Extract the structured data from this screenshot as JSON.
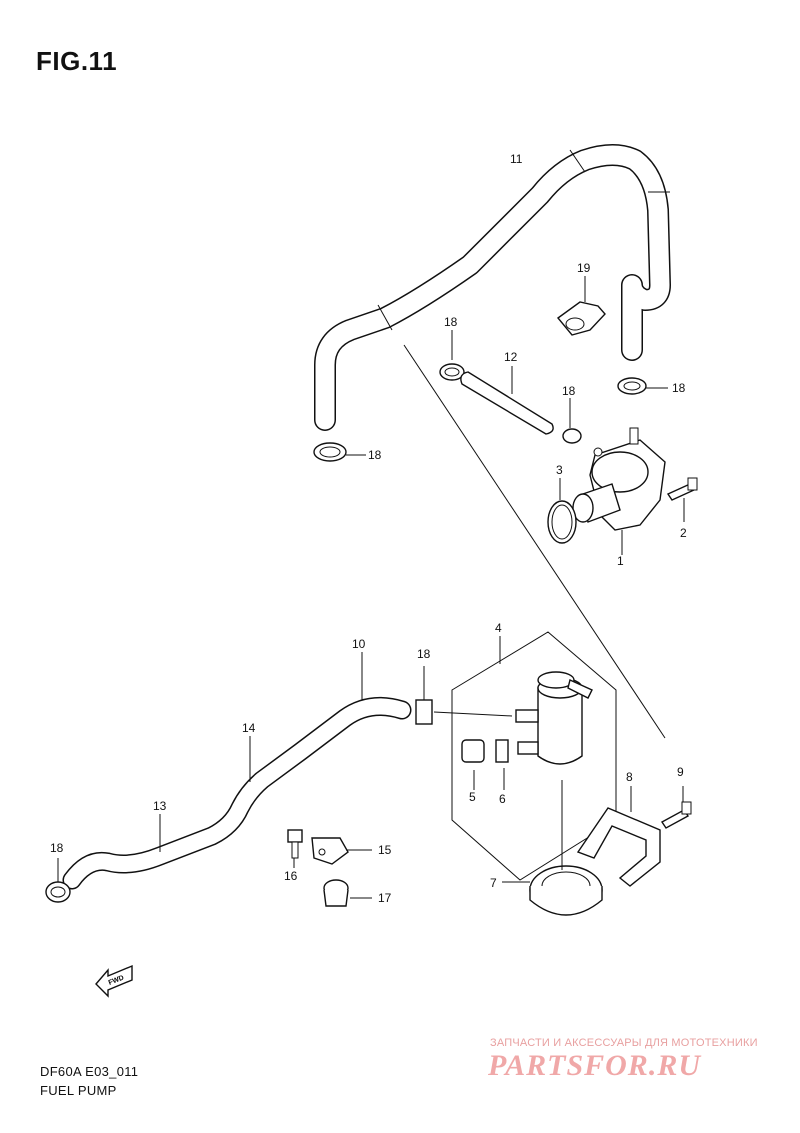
{
  "figure": {
    "title": "FIG.11",
    "code": "DF60A E03_011",
    "name": "FUEL PUMP"
  },
  "part_labels": [
    {
      "id": "p1",
      "text": "1"
    },
    {
      "id": "p2",
      "text": "2"
    },
    {
      "id": "p3",
      "text": "3"
    },
    {
      "id": "p4",
      "text": "4"
    },
    {
      "id": "p5",
      "text": "5"
    },
    {
      "id": "p6",
      "text": "6"
    },
    {
      "id": "p7",
      "text": "7"
    },
    {
      "id": "p8",
      "text": "8"
    },
    {
      "id": "p9",
      "text": "9"
    },
    {
      "id": "p10",
      "text": "10"
    },
    {
      "id": "p11",
      "text": "11"
    },
    {
      "id": "p12",
      "text": "12"
    },
    {
      "id": "p13",
      "text": "13"
    },
    {
      "id": "p14",
      "text": "14"
    },
    {
      "id": "p15",
      "text": "15"
    },
    {
      "id": "p16",
      "text": "16"
    },
    {
      "id": "p17",
      "text": "17"
    },
    {
      "id": "p18a",
      "text": "18"
    },
    {
      "id": "p18b",
      "text": "18"
    },
    {
      "id": "p18c",
      "text": "18"
    },
    {
      "id": "p18d",
      "text": "18"
    },
    {
      "id": "p18e",
      "text": "18"
    },
    {
      "id": "p18f",
      "text": "18"
    },
    {
      "id": "p19",
      "text": "19"
    }
  ],
  "fwd_marker": "FWD",
  "watermark": {
    "caption": "ЗАПЧАСТИ И АКСЕССУАРЫ ДЛЯ МОТОТЕХНИКИ",
    "logo": "PARTSFOR.RU",
    "color": "#e8a0a0"
  }
}
